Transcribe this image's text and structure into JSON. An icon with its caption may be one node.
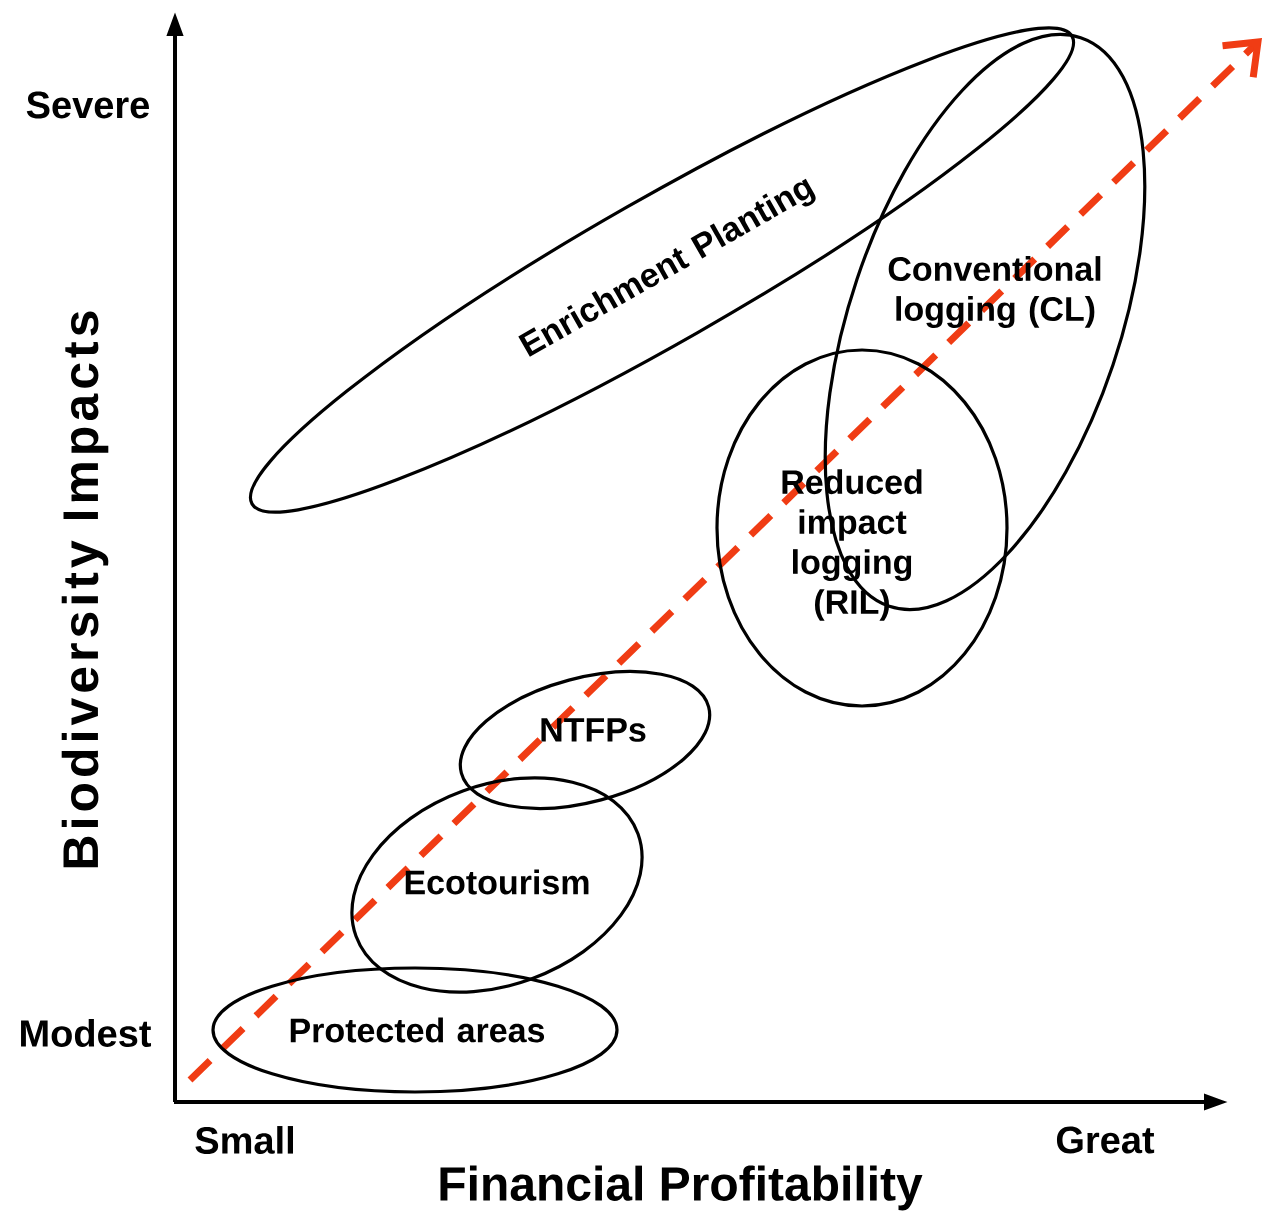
{
  "diagram": {
    "nodes": [
      {
        "text": [
          "Enrichment Planting"
        ]
      },
      {
        "text": [
          "Conventional logging (CL)"
        ]
      },
      {
        "text": [
          "Reduced impact logging (RIL)"
        ]
      },
      {
        "text": [
          "NTFPs"
        ]
      },
      {
        "text": [
          "Ecotourism"
        ]
      },
      {
        "text": [
          "Protected areas"
        ]
      }
    ],
    "labels": [
      "Severe",
      "Biodiversity Impacts",
      "Modest",
      "Small",
      "Great",
      "Financial Profitability"
    ]
  }
}
